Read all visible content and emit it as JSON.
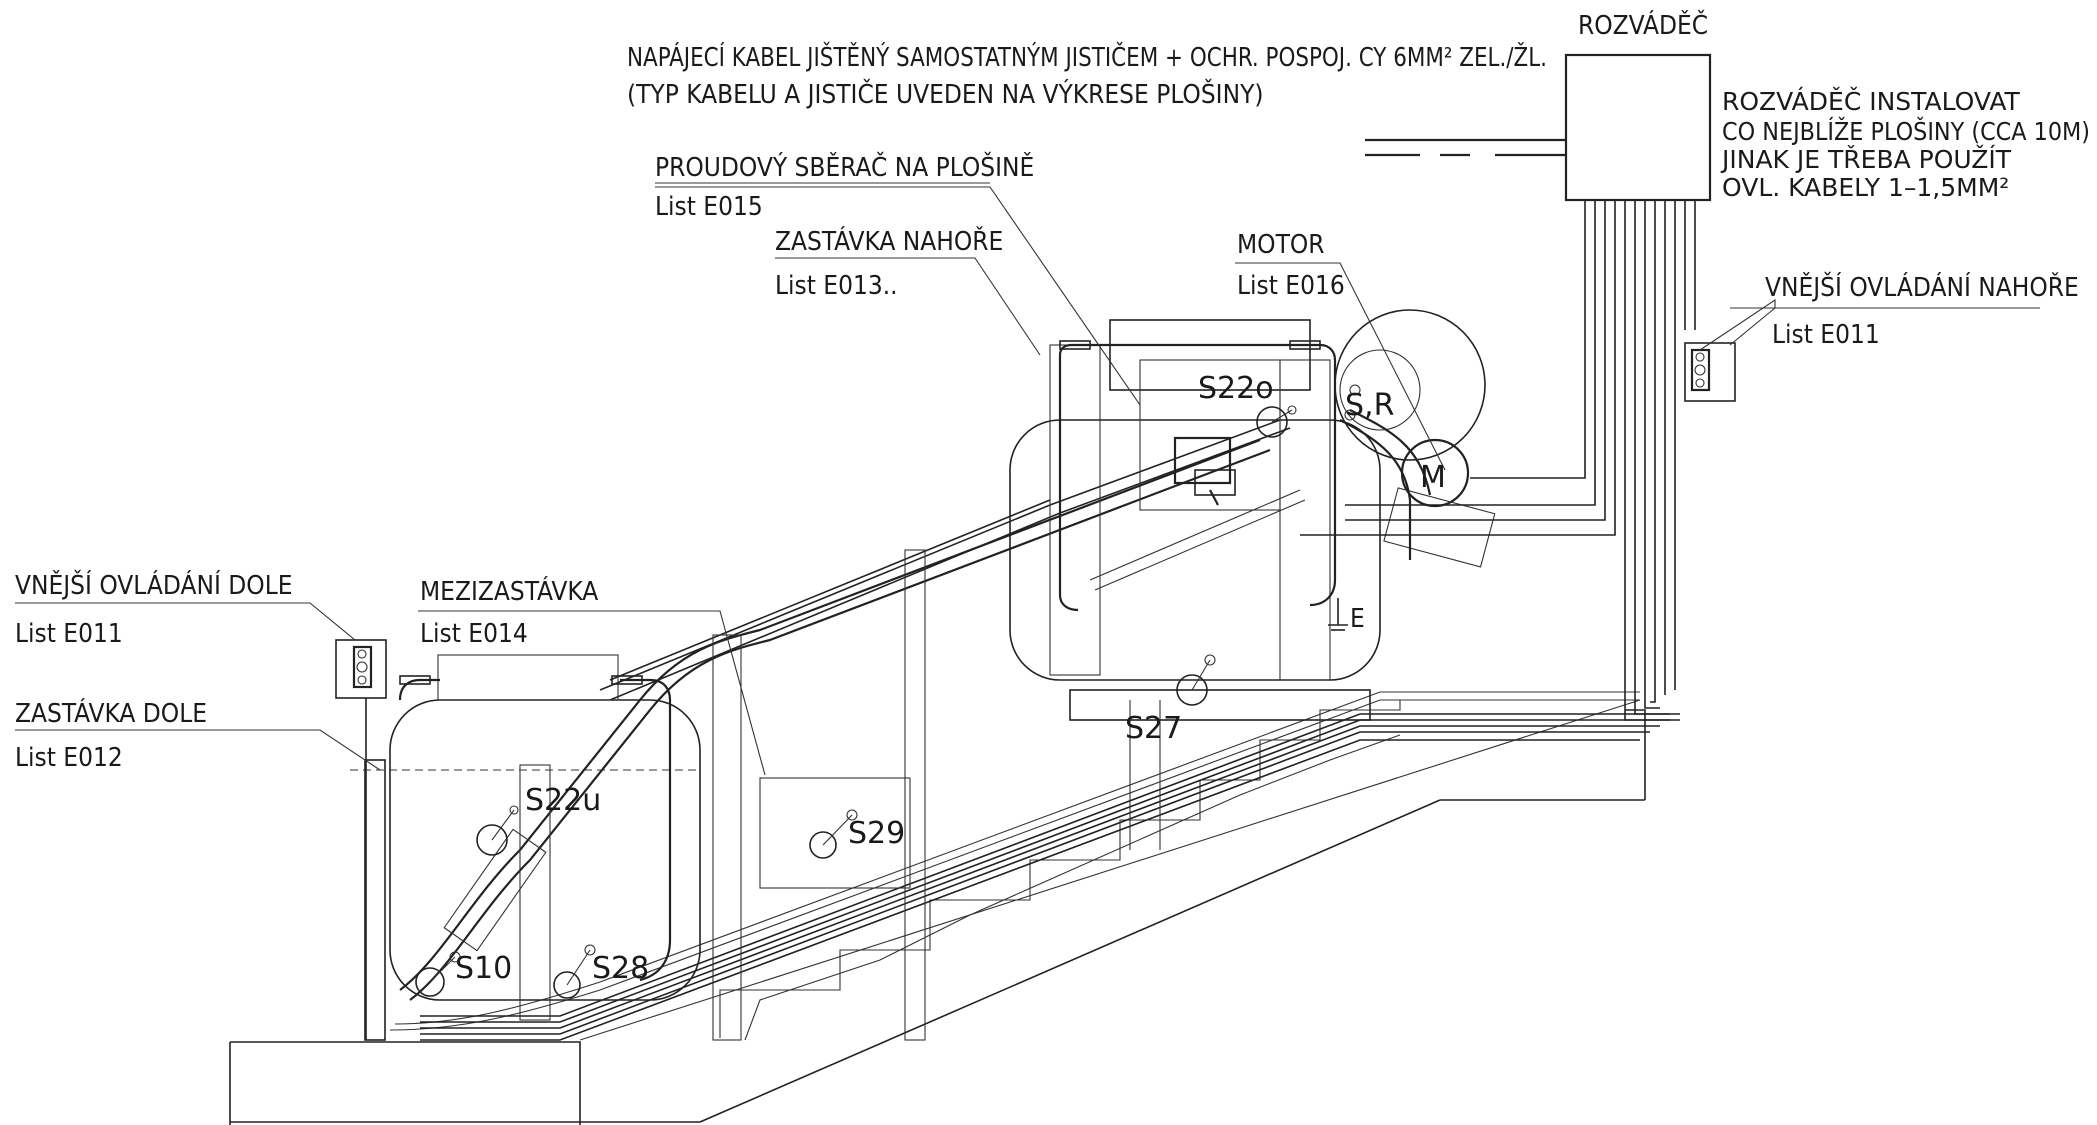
{
  "title": "",
  "labels": {
    "rozvadec_title": "ROZVÁDĚČ",
    "supply_line1": "NAPÁJECÍ KABEL JIŠTĚNÝ SAMOSTATNÝM JISTIČEM + OCHR. POSPOJ. CY 6MM² ZEL./ŽL.",
    "supply_line2": "(TYP KABELU A JISTIČE UVEDEN NA VÝKRESE PLOŠINY)",
    "rozvadec_note1": "ROZVÁDĚČ INSTALOVAT",
    "rozvadec_note2": "CO NEJBLÍŽE PLOŠINY (CCA 10M)",
    "rozvadec_note3": "JINAK JE TŘEBA POUŽÍT",
    "rozvadec_note4": "OVL. KABELY 1–1,5MM²",
    "proudovy_title": "PROUDOVÝ SBĚRAČ NA PLOŠINĚ",
    "proudovy_sheet": "List E015",
    "zastavka_nahore_title": "ZASTÁVKA NAHOŘE",
    "zastavka_nahore_sheet": "List E013..",
    "motor_title": "MOTOR",
    "motor_sheet": "List E016",
    "vnejsi_nahore_title": "VNĚJŠÍ OVLÁDÁNÍ NAHOŘE",
    "vnejsi_nahore_sheet": "List E011",
    "vnejsi_dole_title": "VNĚJŠÍ OVLÁDÁNÍ DOLE",
    "vnejsi_dole_sheet": "List E011",
    "mezizastavka_title": "MEZIZASTÁVKA",
    "mezizastavka_sheet": "List E014",
    "zastavka_dole_title": "ZASTÁVKA DOLE",
    "zastavka_dole_sheet": "List E012"
  },
  "components": {
    "s22o": "S22o",
    "sr": "S,R",
    "motor_m": "M",
    "earth": "E",
    "s27": "S27",
    "s22u": "S22u",
    "s29": "S29",
    "s10": "S10",
    "s28": "S28"
  }
}
